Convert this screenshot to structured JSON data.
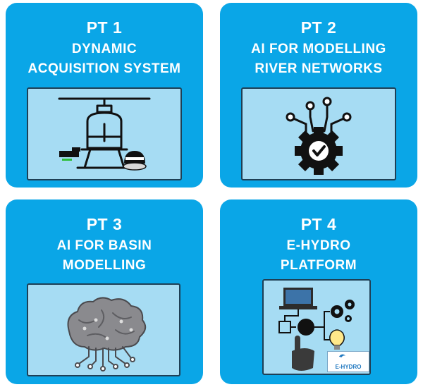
{
  "cards": [
    {
      "number": "PT 1",
      "line1": "DYNAMIC",
      "line2": "ACQUISITION SYSTEM",
      "icon": "helicopter-icon"
    },
    {
      "number": "PT 2",
      "line1": "AI FOR MODELLING",
      "line2": "RIVER NETWORKS",
      "icon": "gear-check-icon"
    },
    {
      "number": "PT 3",
      "line1": "AI FOR BASIN",
      "line2": "MODELLING",
      "icon": "brain-circuit-icon"
    },
    {
      "number": "PT 4",
      "line1": "E-HYDRO",
      "line2": "PLATFORM",
      "icon": "platform-icon",
      "logo_text": "E-HYDRO"
    }
  ],
  "colors": {
    "card": "#0aa6e7",
    "panel": "#a6dcf3",
    "ink": "#111111"
  }
}
